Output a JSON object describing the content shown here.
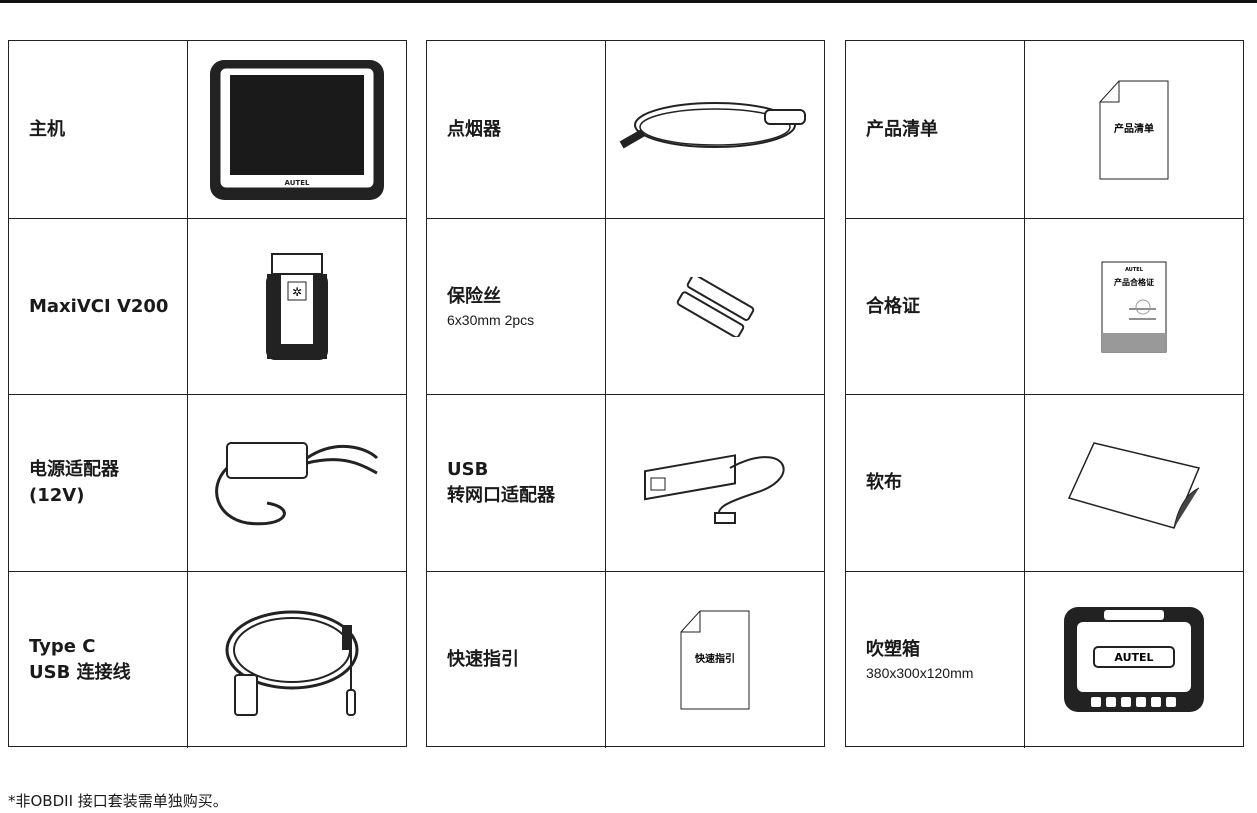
{
  "tables": [
    [
      {
        "lines": [
          "主机"
        ],
        "sub": "",
        "icon": "tablet-icon",
        "pictext": "AUTEL"
      },
      {
        "lines": [
          "MaxiVCI V200"
        ],
        "sub": "",
        "icon": "vci-dongle-icon",
        "pictext": ""
      },
      {
        "lines": [
          "电源适配器",
          "(12V)"
        ],
        "sub": "",
        "icon": "power-adapter-icon",
        "pictext": ""
      },
      {
        "lines": [
          "Type C",
          "USB 连接线"
        ],
        "sub": "",
        "icon": "usb-cable-icon",
        "pictext": ""
      }
    ],
    [
      {
        "lines": [
          "点烟器"
        ],
        "sub": "",
        "icon": "cigarette-lighter-cable-icon",
        "pictext": ""
      },
      {
        "lines": [
          "保险丝"
        ],
        "sub": "6x30mm  2pcs",
        "icon": "fuse-icon",
        "pictext": ""
      },
      {
        "lines": [
          "USB",
          "转网口适配器"
        ],
        "sub": "",
        "icon": "usb-ethernet-adapter-icon",
        "pictext": ""
      },
      {
        "lines": [
          "快速指引"
        ],
        "sub": "",
        "icon": "document-icon",
        "pictext": "快速指引"
      }
    ],
    [
      {
        "lines": [
          "产品清单"
        ],
        "sub": "",
        "icon": "document-icon",
        "pictext": "产品清单"
      },
      {
        "lines": [
          "合格证"
        ],
        "sub": "",
        "icon": "certificate-icon",
        "pictext": "产品合格证"
      },
      {
        "lines": [
          "软布"
        ],
        "sub": "",
        "icon": "cloth-icon",
        "pictext": ""
      },
      {
        "lines": [
          "吹塑箱"
        ],
        "sub": "380x300x120mm",
        "icon": "carry-case-icon",
        "pictext": "AUTEL"
      }
    ]
  ],
  "footer": "*非OBDII 接口套装需单独购买。"
}
